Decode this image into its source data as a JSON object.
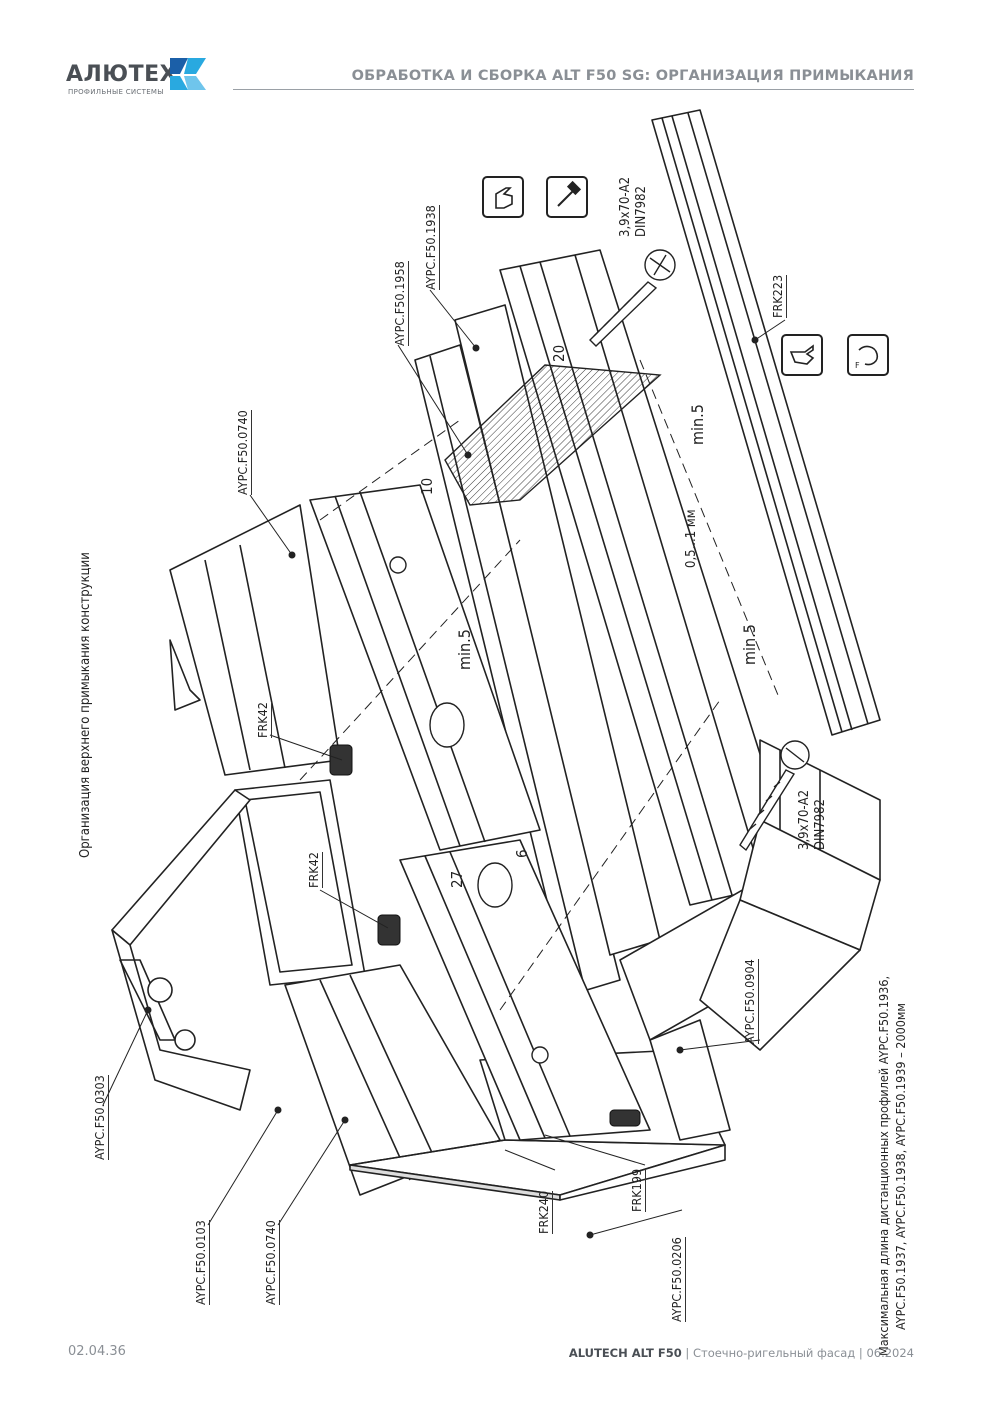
{
  "header": {
    "logo_text": "АЛЮТЕХ",
    "logo_subtext": "ПРОФИЛЬНЫЕ СИСТЕМЫ",
    "title": "ОБРАБОТКА И СБОРКА ALT F50 SG: ОРГАНИЗАЦИЯ ПРИМЫКАНИЯ"
  },
  "drawing": {
    "caption": "Организация верхнего примыкания конструкции",
    "note_line1": "Максимальная длина дистанционных профилей AYPC.F50.1936,",
    "note_line2": "AYPC.F50.1937, AYPC.F50.1938, AYPC.F50.1939 – 2000мм",
    "labels": {
      "p0303": "AYPC.F50.0303",
      "p0103": "AYPC.F50.0103",
      "p0740_bottom": "AYPC.F50.0740",
      "p0740_top": "AYPC.F50.0740",
      "p1958": "AYPC.F50.1958",
      "p1938": "AYPC.F50.1938",
      "p0206": "AYPC.F50.0206",
      "p0904": "AYPC.F50.0904",
      "frk42_top": "FRK42",
      "frk42_mid": "FRK42",
      "frk240": "FRK240",
      "frk199": "FRK199",
      "frk223": "FRK223",
      "screw_top_1": "3,9х70-А2",
      "screw_top_2": "DIN7982",
      "screw_bot_1": "3,9х70-А2",
      "screw_bot_2": "DIN7982"
    },
    "dimensions": {
      "d10": "10",
      "d20": "20",
      "d6": "6",
      "d27": "27",
      "min5_a": "min.5",
      "min5_b": "min.5",
      "min5_c": "min.5",
      "gap": "0,5...1 мм"
    },
    "icons": [
      "press-finger-icon",
      "hammer-icon",
      "press-finger-icon",
      "hand-pull-icon"
    ]
  },
  "footer": {
    "page_number": "02.04.36",
    "brand": "ALUTECH ALT F50",
    "doc_info": " | Стоечно-ригельный фасад | 06.2024"
  },
  "colors": {
    "logo_blue": "#29a9e0",
    "logo_dark_blue": "#1b5fa8",
    "header_gray": "#8a8f95",
    "line": "#222222"
  }
}
